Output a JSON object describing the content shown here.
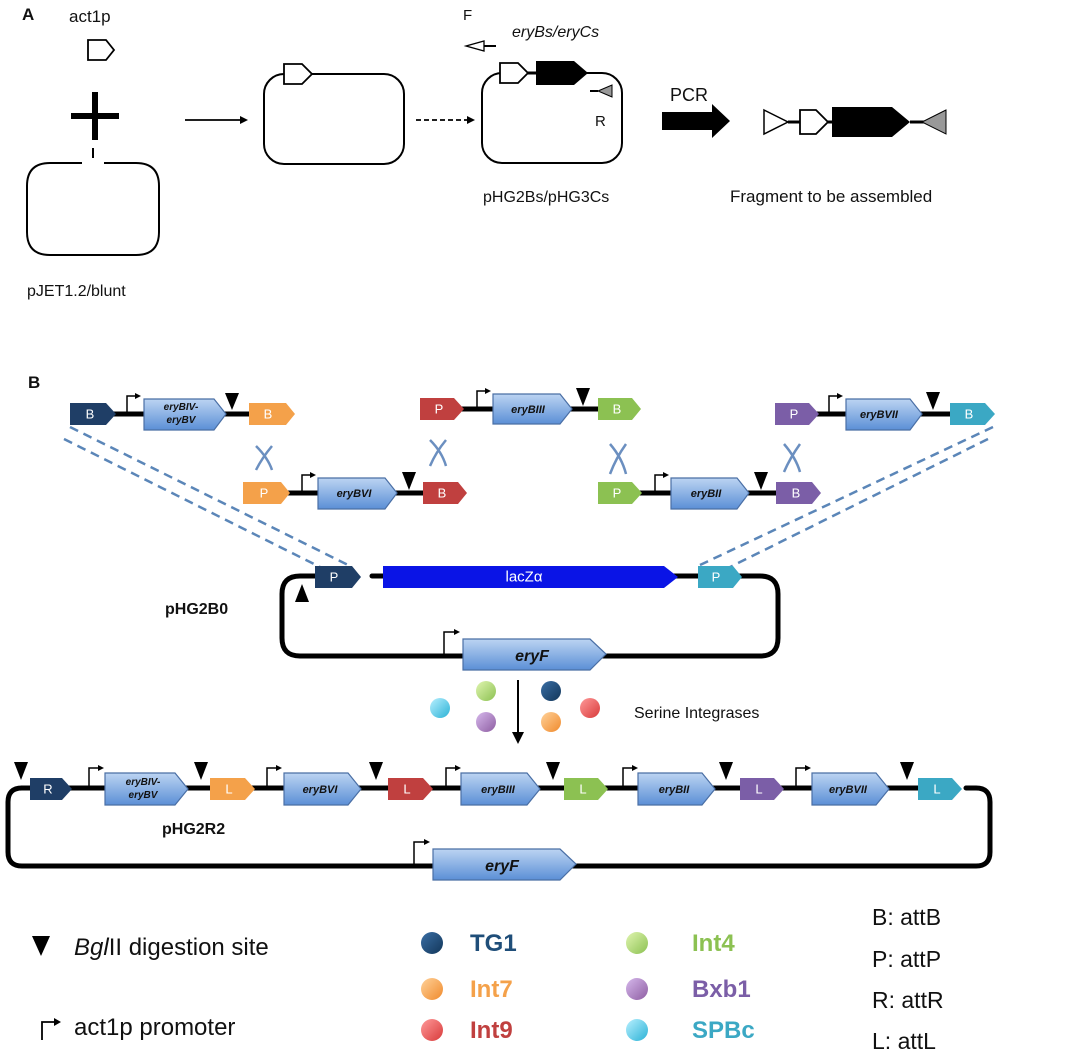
{
  "panel_a": {
    "label": "A",
    "promoter_label": "act1p",
    "plus": "+",
    "vector_name": "pJET1.2/blunt",
    "primer_f": "F",
    "primer_r": "R",
    "gene_label": "eryBs/eryCs",
    "plasmid_name": "pHG2Bs/pHG3Cs",
    "pcr_label": "PCR",
    "fragment_label": "Fragment to be assembled"
  },
  "panel_b": {
    "label": "B",
    "top_row": {
      "c1_left": "B",
      "c1_gene_a": "eryBIV-",
      "c1_gene_b": "eryBV",
      "c1_right": "B",
      "c2_left": "P",
      "c2_gene": "eryBIII",
      "c2_right": "B",
      "c3_left": "P",
      "c3_gene": "eryBVII",
      "c3_right": "B"
    },
    "middle_row": {
      "m1_left": "P",
      "m1_gene": "eryBVI",
      "m1_right": "B",
      "m2_left": "P",
      "m2_gene": "eryBII",
      "m2_right": "B"
    },
    "backbone": {
      "name": "pHG2B0",
      "left_site": "P",
      "lacz": "lacZα",
      "right_site": "P",
      "gene": "eryF"
    },
    "integrase_caption": "Serine Integrases",
    "final": {
      "name": "pHG2R2",
      "s1": "R",
      "g1a": "eryBIV-",
      "g1b": "eryBV",
      "s2": "L",
      "g2": "eryBVI",
      "s3": "L",
      "g3": "eryBIII",
      "s4": "L",
      "g4": "eryBII",
      "s5": "L",
      "g5": "eryBVII",
      "s6": "L",
      "gene": "eryF"
    }
  },
  "legend": {
    "bglii_italic": "Bgl",
    "bglii_rest": "II digestion site",
    "promoter": "act1p promoter",
    "integrases": [
      {
        "name": "TG1",
        "color": "#1f4e79"
      },
      {
        "name": "Int7",
        "color": "#f4a14a"
      },
      {
        "name": "Int9",
        "color": "#e04b4b"
      },
      {
        "name": "Int4",
        "color": "#8cc152"
      },
      {
        "name": "Bxb1",
        "color": "#8e5ea2"
      },
      {
        "name": "SPBc",
        "color": "#3bb5d8"
      }
    ],
    "att": [
      "B: attB",
      "P: attP",
      "R: attR",
      "L:  attL"
    ]
  },
  "colors": {
    "tg1": "#1f4e79",
    "int7": "#f4a14a",
    "int9": "#c0403f",
    "int4": "#8cc152",
    "bxb1": "#7b5ea7",
    "spbc": "#3ba8c4",
    "lacz": "#0a14e6"
  }
}
